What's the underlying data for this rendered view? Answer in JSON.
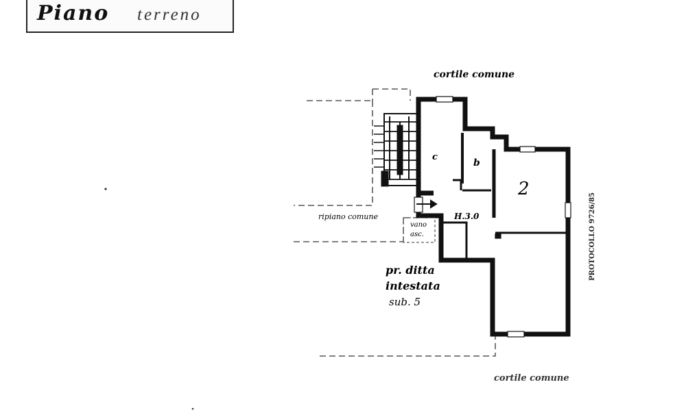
{
  "title": {
    "bold": "Piano",
    "light": "terreno"
  },
  "labels": {
    "courtyard_top": "cortile comune",
    "courtyard_bottom": "cortile comune",
    "landing": "ripiano comune",
    "lift_line1": "vano",
    "lift_line2": "asc.",
    "owner_line1": "pr. ditta",
    "owner_line2": "intestata",
    "owner_line3": "sub. 5",
    "room_c": "c",
    "room_b": "b",
    "room_2": "2",
    "height": "H.3.0",
    "side_text": "PROTOCOLLO 9726/85"
  }
}
